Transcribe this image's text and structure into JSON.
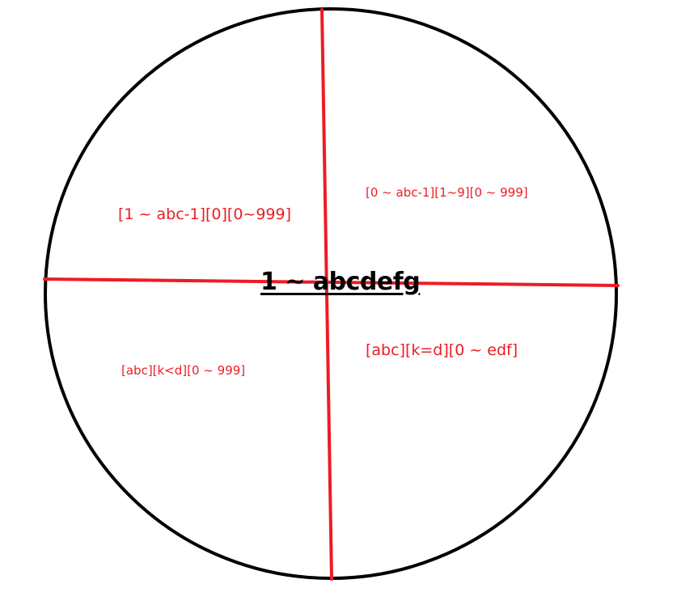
{
  "diagram": {
    "center_label": "1 ~ abcdefg",
    "quadrants": {
      "top_left": "[1 ~ abc-1][0][0~999]",
      "top_right": "[0 ~ abc-1][1~9][0 ~ 999]",
      "bottom_left": "[abc][k<d][0 ~ 999]",
      "bottom_right": "[abc][k=d][0 ~ edf]"
    },
    "colors": {
      "circle": "#000000",
      "divider_lines": "#ed1c24",
      "quadrant_text": "#ed1c24",
      "center_text": "#000000"
    }
  }
}
